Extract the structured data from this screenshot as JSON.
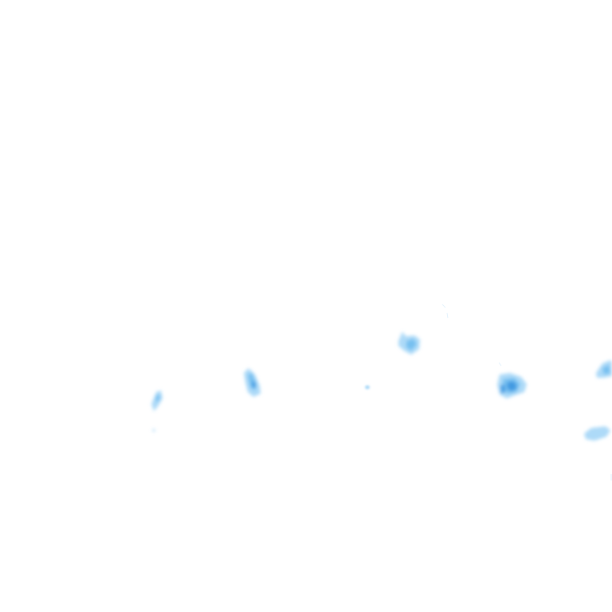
{
  "map": {
    "base_color": "#ffffff",
    "precip_colors": {
      "light": "#9fd3f7",
      "medium": "#6fbcf0",
      "heavy": "#3d97e0"
    },
    "cells": [
      {
        "name": "precip-cell-west",
        "intensity": "light"
      },
      {
        "name": "precip-cell-west-center",
        "intensity": "medium"
      },
      {
        "name": "precip-cell-center-dot",
        "intensity": "light"
      },
      {
        "name": "precip-cell-center",
        "intensity": "medium"
      },
      {
        "name": "precip-cell-east",
        "intensity": "heavy"
      },
      {
        "name": "precip-cell-far-east-upper",
        "intensity": "light"
      },
      {
        "name": "precip-cell-far-east-lower",
        "intensity": "light"
      }
    ]
  }
}
